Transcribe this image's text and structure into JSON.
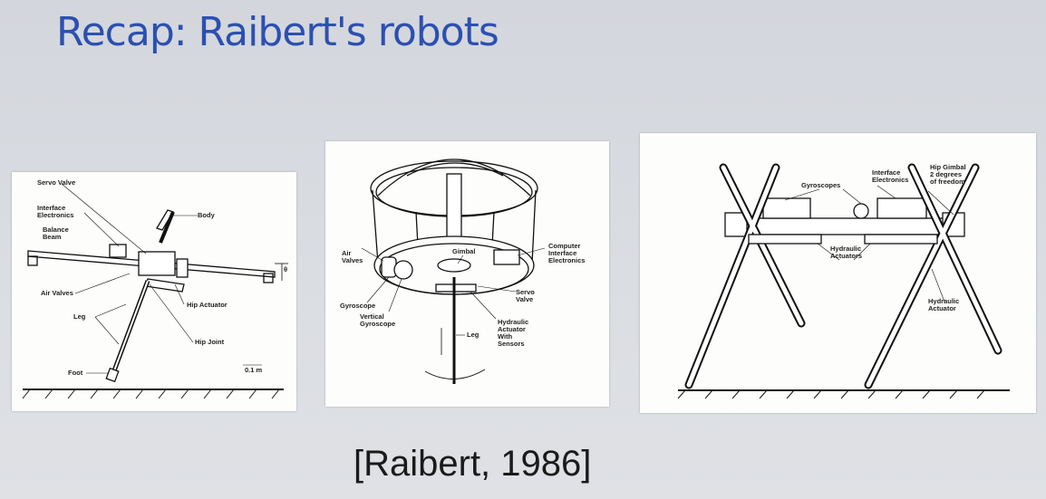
{
  "slide": {
    "title": "Recap: Raibert's robots",
    "citation": "[Raibert, 1986]"
  },
  "figures": {
    "planar_hopper": {
      "labels": {
        "servo_valve": "Servo Valve",
        "interface_electronics": "Interface\nElectronics",
        "body": "Body",
        "balance_beam": "Balance\nBeam",
        "theta": "θ",
        "air_valves": "Air Valves",
        "hip_actuator": "Hip Actuator",
        "leg": "Leg",
        "hip_joint": "Hip Joint",
        "scale": "0.1 m",
        "foot": "Foot"
      }
    },
    "3d_hopper": {
      "labels": {
        "gimbal": "Gimbal",
        "computer_interface": "Computer\nInterface\nElectronics",
        "air_valves": "Air\nValves",
        "gyroscope": "Gyroscope",
        "vertical_gyroscope": "Vertical\nGyroscope",
        "servo_valve": "Servo\nValve",
        "hydraulic_actuator": "Hydraulic\nActuator\nWith\nSensors",
        "leg": "Leg"
      }
    },
    "quadruped": {
      "labels": {
        "gyroscopes": "Gyroscopes",
        "interface_electronics": "Interface\nElectronics",
        "hip_gimbal": "Hip Gimbal\n2 degrees\nof freedom",
        "hydraulic_actuators": "Hydraulic\nActuators",
        "hydraulic_actuator": "Hydraulic\nActuator"
      }
    }
  }
}
